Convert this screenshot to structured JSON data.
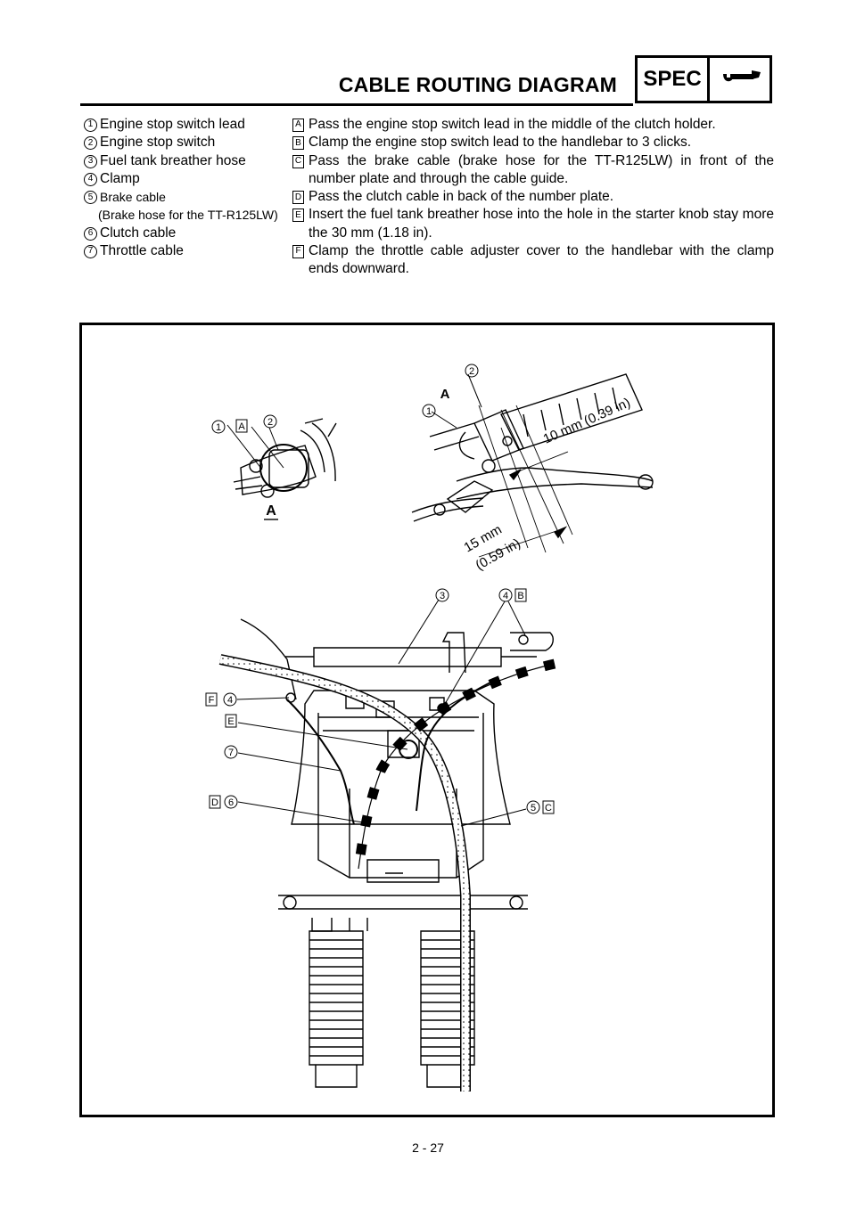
{
  "header": {
    "title": "CABLE ROUTING DIAGRAM",
    "section": "SPEC",
    "icon": "wrench-icon"
  },
  "legend": [
    {
      "num": "1",
      "label": "Engine stop switch lead"
    },
    {
      "num": "2",
      "label": "Engine stop switch"
    },
    {
      "num": "3",
      "label": "Fuel tank breather hose"
    },
    {
      "num": "4",
      "label": "Clamp"
    },
    {
      "num": "5",
      "label": "Brake cable"
    },
    {
      "num": "",
      "label": "(Brake hose for the TT-R125LW)"
    },
    {
      "num": "6",
      "label": "Clutch cable"
    },
    {
      "num": "7",
      "label": "Throttle cable"
    }
  ],
  "notes": [
    {
      "letter": "A",
      "text": "Pass the engine stop switch lead in the middle of the clutch holder."
    },
    {
      "letter": "B",
      "text": "Clamp the engine stop switch lead to the handlebar to 3 clicks."
    },
    {
      "letter": "C",
      "text": "Pass the brake cable (brake hose for the TT-R125LW) in front of the number plate and through the cable guide."
    },
    {
      "letter": "D",
      "text": "Pass the clutch cable in back of the number plate."
    },
    {
      "letter": "E",
      "text": "Insert the fuel tank breather hose into the hole in the starter knob stay more the 30 mm (1.18 in)."
    },
    {
      "letter": "F",
      "text": "Clamp the throttle cable adjuster cover to the handlebar with the clamp ends downward."
    }
  ],
  "figure": {
    "dim_10": "10 mm (0.39 in)",
    "dim_15a": "15 mm",
    "dim_15b": "(0.59 in)",
    "view_a": "A",
    "detail_a": "A",
    "c1": "1",
    "c2": "2",
    "c3": "3",
    "c4": "4",
    "c5": "5",
    "c6": "6",
    "c7": "7",
    "bA": "A",
    "bB": "B",
    "bC": "C",
    "bD": "D",
    "bE": "E",
    "bF": "F"
  },
  "footer": {
    "page": "2 - 27"
  }
}
